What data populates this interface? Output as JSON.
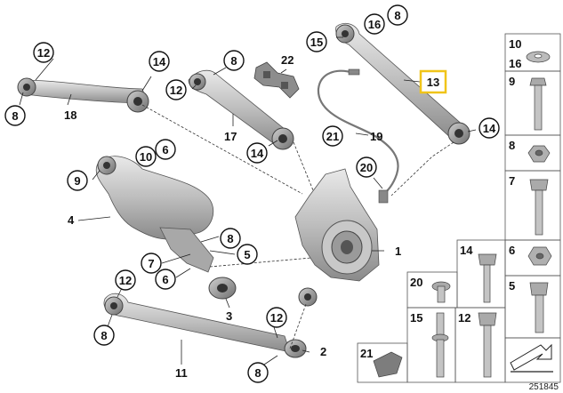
{
  "diagram": {
    "callouts_circled": [
      "1",
      "2",
      "3",
      "4",
      "5",
      "6",
      "7",
      "8",
      "9",
      "10",
      "11",
      "12",
      "14",
      "15",
      "16",
      "17",
      "18",
      "19",
      "20",
      "21",
      "22"
    ],
    "part_labels": {
      "p1": "1",
      "p2": "2",
      "p3": "3",
      "p4": "4",
      "p11": "11",
      "p17": "17",
      "p18": "18",
      "p19": "19",
      "p22": "22",
      "p13": "13"
    },
    "c": {
      "c12a": "12",
      "c8a": "8",
      "c14a": "14",
      "c8b": "8",
      "c12b": "12",
      "c14b": "14",
      "c16": "16",
      "c8c": "8",
      "c15": "15",
      "c14c": "14",
      "c6a": "6",
      "c10a": "10",
      "c9": "9",
      "c8d": "8",
      "c5": "5",
      "c7": "7",
      "c6b": "6",
      "c21": "21",
      "c20": "20",
      "c12c": "12",
      "c8e": "8",
      "c12d": "12",
      "c8f": "8"
    },
    "highlight_color": "#f0c419",
    "legend": {
      "cells": [
        {
          "id": "l10",
          "numbers": [
            "10",
            "16"
          ]
        },
        {
          "id": "l9",
          "numbers": [
            "9"
          ]
        },
        {
          "id": "l8",
          "numbers": [
            "8"
          ]
        },
        {
          "id": "l7",
          "numbers": [
            "7"
          ]
        },
        {
          "id": "l14",
          "numbers": [
            "14"
          ]
        },
        {
          "id": "l6",
          "numbers": [
            "6"
          ]
        },
        {
          "id": "l20",
          "numbers": [
            "20"
          ]
        },
        {
          "id": "l5",
          "numbers": [
            "5"
          ]
        },
        {
          "id": "l15",
          "numbers": [
            "15"
          ]
        },
        {
          "id": "l12",
          "numbers": [
            "12"
          ]
        },
        {
          "id": "l21",
          "numbers": [
            "21"
          ]
        }
      ]
    },
    "diagram_number": "251845"
  }
}
